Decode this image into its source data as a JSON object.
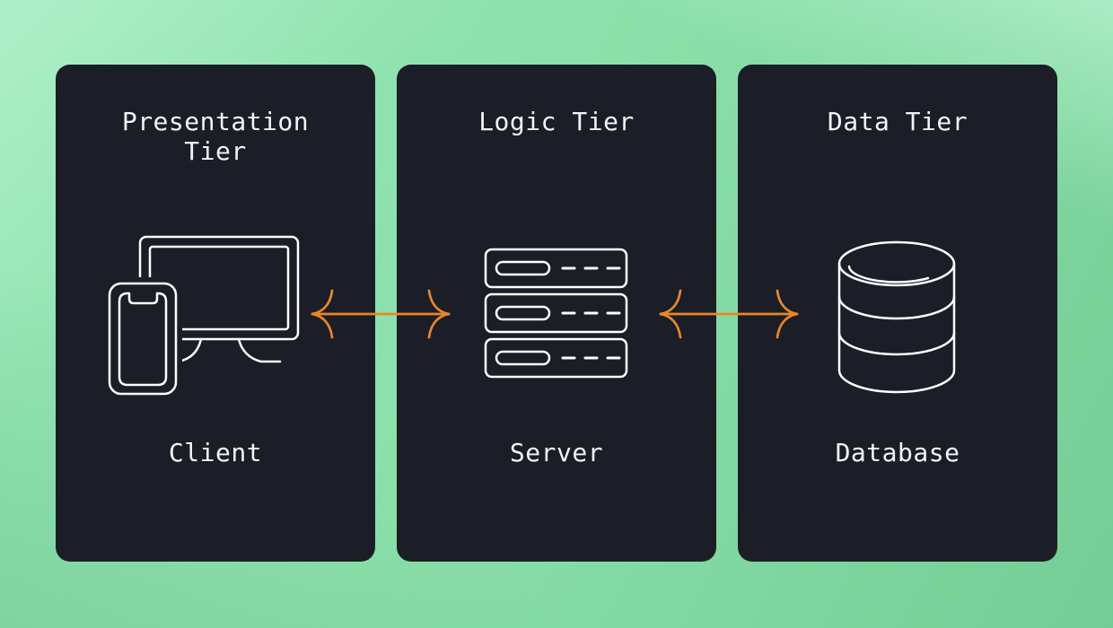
{
  "diagram": {
    "type": "three-tier-architecture",
    "tiers": [
      {
        "title": "Presentation Tier",
        "label": "Client",
        "icon": "client-devices-icon"
      },
      {
        "title": "Logic Tier",
        "label": "Server",
        "icon": "server-stack-icon"
      },
      {
        "title": "Data Tier",
        "label": "Database",
        "icon": "database-icon"
      }
    ],
    "connectors": [
      {
        "name": "arrow-client-server",
        "type": "bidirectional",
        "between": [
          "Client",
          "Server"
        ]
      },
      {
        "name": "arrow-server-database",
        "type": "bidirectional",
        "between": [
          "Server",
          "Database"
        ]
      }
    ]
  },
  "colors": {
    "card_bg": "#1b1e27",
    "text": "#f2f4f6",
    "icon_stroke": "#ffffff",
    "arrow": "#e8862b",
    "bg_light": "#98e7b7",
    "bg_mid": "#8adfa9",
    "bg_dark": "#74cd96"
  }
}
